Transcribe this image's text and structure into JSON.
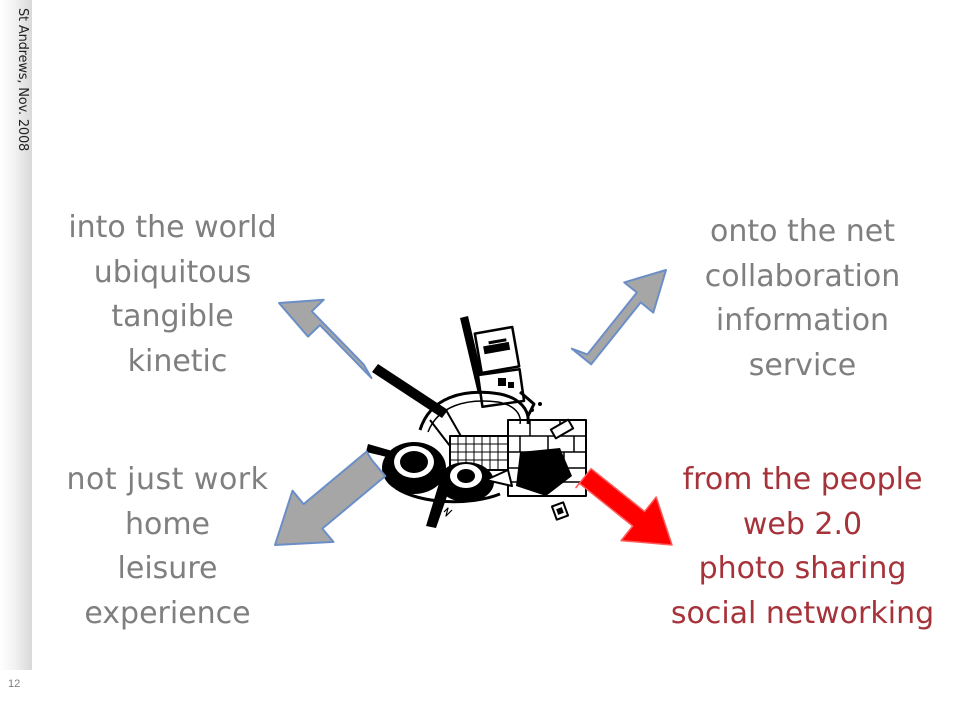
{
  "sidebar": {
    "caption": "St Andrews, Nov. 2008"
  },
  "footer": {
    "page_number": "12"
  },
  "top_left": {
    "lines": [
      "into the world",
      "ubiquitous",
      "tangible",
      "kinetic"
    ]
  },
  "top_right": {
    "lines": [
      "onto the net",
      "collaboration",
      "information",
      "service"
    ]
  },
  "bottom_left": {
    "lines": [
      "not just work",
      "home",
      "leisure",
      "experience"
    ]
  },
  "bottom_right": {
    "lines": [
      "from the people",
      "web 2.0",
      "photo sharing",
      "social networking"
    ]
  },
  "colors": {
    "text_gray": "#7f7f7f",
    "highlight_text": "#a6333a",
    "arrow_gray": "#a6a6a6",
    "arrow_outline": "#6b8ec7",
    "arrow_red": "#ff0000"
  },
  "icons": [
    "arrow-up-left-icon",
    "arrow-up-right-icon",
    "arrow-down-left-icon",
    "arrow-down-right-icon",
    "robot-breaking-wall-illustration"
  ]
}
